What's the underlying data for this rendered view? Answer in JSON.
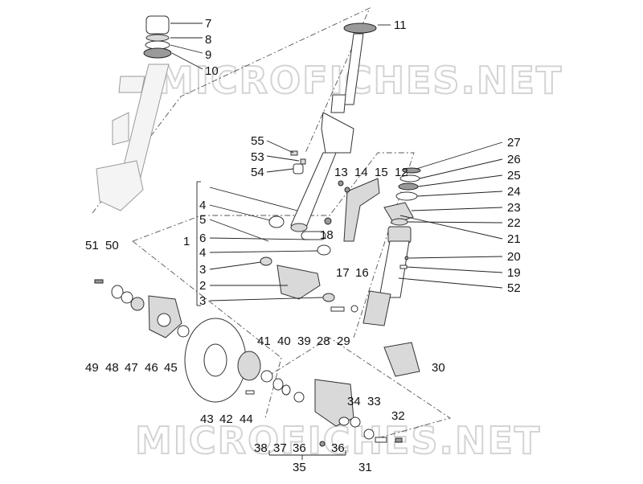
{
  "diagram": {
    "watermark_top": "MICROFICHES.NET",
    "watermark_bottom": "MICROFICHES.NET",
    "callouts": [
      {
        "id": "c7",
        "text": "7"
      },
      {
        "id": "c8",
        "text": "8"
      },
      {
        "id": "c9",
        "text": "9"
      },
      {
        "id": "c10",
        "text": "10"
      },
      {
        "id": "c11",
        "text": "11"
      },
      {
        "id": "c55",
        "text": "55"
      },
      {
        "id": "c53",
        "text": "53"
      },
      {
        "id": "c54",
        "text": "54"
      },
      {
        "id": "c13",
        "text": "13"
      },
      {
        "id": "c14",
        "text": "14"
      },
      {
        "id": "c15",
        "text": "15"
      },
      {
        "id": "c12",
        "text": "12"
      },
      {
        "id": "c27",
        "text": "27"
      },
      {
        "id": "c26",
        "text": "26"
      },
      {
        "id": "c25",
        "text": "25"
      },
      {
        "id": "c24",
        "text": "24"
      },
      {
        "id": "c23",
        "text": "23"
      },
      {
        "id": "c22",
        "text": "22"
      },
      {
        "id": "c21",
        "text": "21"
      },
      {
        "id": "c20",
        "text": "20"
      },
      {
        "id": "c19",
        "text": "19"
      },
      {
        "id": "c52",
        "text": "52"
      },
      {
        "id": "c18",
        "text": "18"
      },
      {
        "id": "c17",
        "text": "17"
      },
      {
        "id": "c16",
        "text": "16"
      },
      {
        "id": "c4a",
        "text": "4"
      },
      {
        "id": "c5",
        "text": "5"
      },
      {
        "id": "c1",
        "text": "1"
      },
      {
        "id": "c6",
        "text": "6"
      },
      {
        "id": "c4b",
        "text": "4"
      },
      {
        "id": "c3a",
        "text": "3"
      },
      {
        "id": "c2",
        "text": "2"
      },
      {
        "id": "c3b",
        "text": "3"
      },
      {
        "id": "c51",
        "text": "51"
      },
      {
        "id": "c50",
        "text": "50"
      },
      {
        "id": "c28",
        "text": "28"
      },
      {
        "id": "c29",
        "text": "29"
      },
      {
        "id": "c41",
        "text": "41"
      },
      {
        "id": "c40",
        "text": "40"
      },
      {
        "id": "c39",
        "text": "39"
      },
      {
        "id": "c30",
        "text": "30"
      },
      {
        "id": "c49",
        "text": "49"
      },
      {
        "id": "c48",
        "text": "48"
      },
      {
        "id": "c47",
        "text": "47"
      },
      {
        "id": "c46",
        "text": "46"
      },
      {
        "id": "c45",
        "text": "45"
      },
      {
        "id": "c43",
        "text": "43"
      },
      {
        "id": "c42",
        "text": "42"
      },
      {
        "id": "c44",
        "text": "44"
      },
      {
        "id": "c34",
        "text": "34"
      },
      {
        "id": "c33",
        "text": "33"
      },
      {
        "id": "c32",
        "text": "32"
      },
      {
        "id": "c38",
        "text": "38"
      },
      {
        "id": "c37",
        "text": "37"
      },
      {
        "id": "c36a",
        "text": "36"
      },
      {
        "id": "c36b",
        "text": "36"
      },
      {
        "id": "c35",
        "text": "35"
      },
      {
        "id": "c31",
        "text": "31"
      }
    ]
  }
}
